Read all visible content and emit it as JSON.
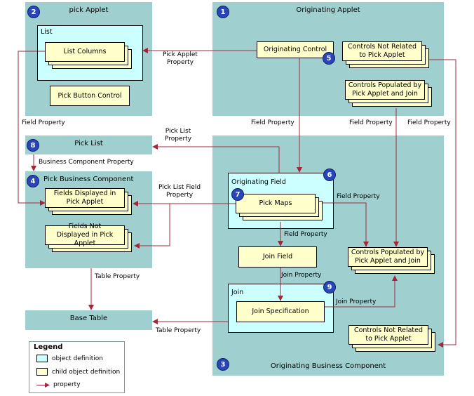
{
  "regions": {
    "pick_applet": {
      "title": "pick Applet",
      "badge": "2"
    },
    "originating_applet": {
      "title": "Originating Applet",
      "badge": "1"
    },
    "pick_list": {
      "title": "Pick List",
      "badge": "8"
    },
    "pick_bc": {
      "title": "Pick Business Component",
      "badge": "4"
    },
    "originating_bc": {
      "title": "Originating Business Component",
      "badge": "3"
    },
    "base_table": {
      "title": "Base Table"
    }
  },
  "containers": {
    "list": {
      "title": "List"
    },
    "originating_field": {
      "title": "Originating Field",
      "badge": "6"
    },
    "join": {
      "title": "Join",
      "badge": "9"
    }
  },
  "boxes": {
    "list_columns": "List Columns",
    "pick_button_control": "Pick Button Control",
    "originating_control": "Originating Control",
    "originating_control_badge": "5",
    "controls_not_related_top": "Controls Not Related to Pick Applet",
    "controls_populated_top": "Controls Populated by Pick Applet and Join",
    "fields_displayed": "Fields Displayed in Pick Applet",
    "fields_not_displayed": "Fields Not Displayed in Pick Applet",
    "pick_maps": "Pick Maps",
    "pick_maps_badge": "7",
    "join_field": "Join Field",
    "join_specification": "Join Specification",
    "controls_populated_bottom": "Controls Populated by Pick Applet and Join",
    "controls_not_related_bottom": "Controls Not Related to Pick Applet"
  },
  "properties": {
    "pick_applet_property": "Pick Applet Property",
    "field_property_left": "Field Property",
    "field_property_mid": "Field Property",
    "field_property_mid2": "Field Property",
    "field_property_right": "Field Property",
    "pick_list_property": "Pick List Property",
    "business_component_property": "Business Component Property",
    "pick_list_field_property": "Pick List Field Property",
    "field_property_pickmaps": "Field Property",
    "field_property_joinfield": "Field Property",
    "join_property_1": "Join Property",
    "join_property_2": "Join Property",
    "table_property_1": "Table Property",
    "table_property_2": "Table Property"
  },
  "legend": {
    "title": "Legend",
    "object_definition": "object definition",
    "child_object_definition": "child object definition",
    "property": "property"
  },
  "colors": {
    "region": "#9fcfcf",
    "container": "#ccffff",
    "child": "#ffffcc",
    "arrow": "#a0283a",
    "badge": "#2a45b8"
  }
}
